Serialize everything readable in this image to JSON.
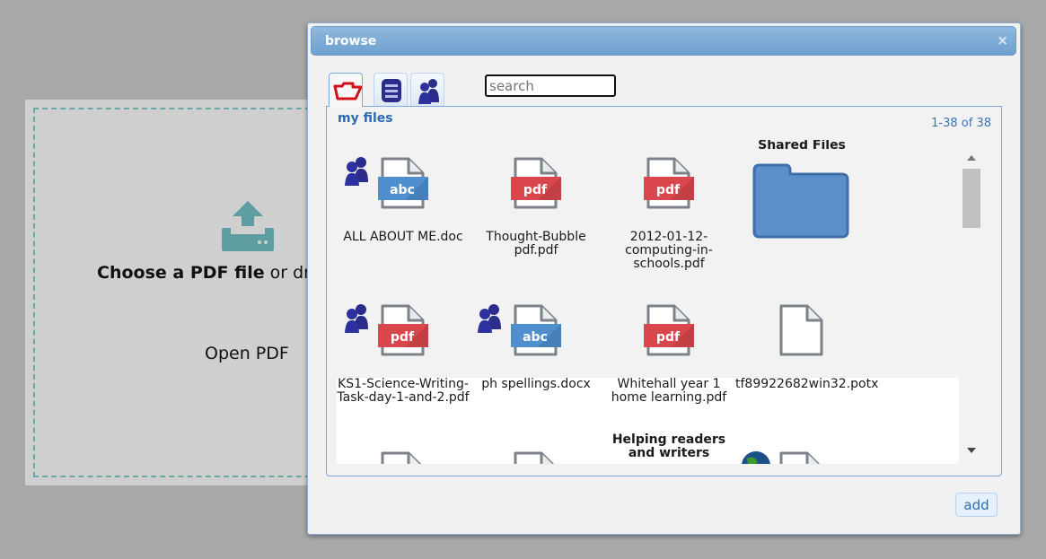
{
  "background_page": {
    "choose_bold": "Choose a PDF file",
    "choose_rest": " or dr",
    "open_pdf": "Open PDF",
    "accent": "#6aa7a5"
  },
  "dialog": {
    "title": "browse",
    "close": "×",
    "tabs": [
      {
        "name": "my-files",
        "icon": "folder-open-icon"
      },
      {
        "name": "storage",
        "icon": "list-icon"
      },
      {
        "name": "shared",
        "icon": "people-icon"
      }
    ],
    "search_placeholder": "search",
    "section_label": "my files",
    "count": "1-38 of 38",
    "add_label": "add",
    "files": [
      {
        "label": "ALL ABOUT ME.doc",
        "type": "doc",
        "band": "abc",
        "badge": "people"
      },
      {
        "label": "Thought-Bubble pdf.pdf",
        "type": "pdf",
        "band": "pdf"
      },
      {
        "label": "2012-01-12-computing-in-schools.pdf",
        "type": "pdf",
        "band": "pdf"
      },
      {
        "label": "Shared Files",
        "type": "folder"
      },
      {
        "label": "KS1-Science-Writing-Task-day-1-and-2.pdf",
        "type": "pdf",
        "band": "pdf",
        "badge": "people"
      },
      {
        "label": "ph spellings.docx",
        "type": "doc",
        "band": "abc",
        "badge": "people"
      },
      {
        "label": "Whitehall year 1 home learning.pdf",
        "type": "pdf",
        "band": "pdf"
      },
      {
        "label": "tf89922682win32.potx",
        "type": "blank"
      },
      {
        "type": "blank"
      },
      {
        "type": "blank"
      },
      {
        "label": "Helping readers and writers",
        "type": "label-top"
      },
      {
        "type": "blank",
        "badge": "globe"
      }
    ]
  }
}
